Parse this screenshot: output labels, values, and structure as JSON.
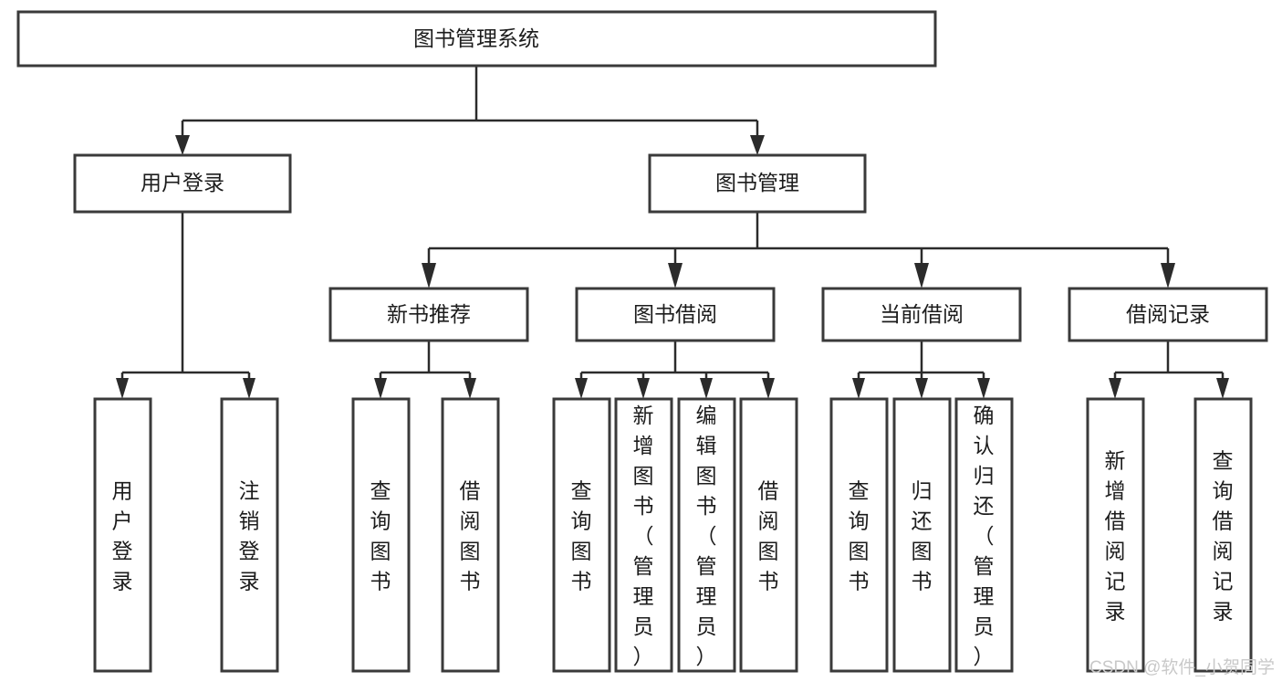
{
  "diagram": {
    "title": "图书管理系统",
    "type": "tree",
    "orientation": "top-down",
    "colors": {
      "box_fill": "#ffffff",
      "box_stroke": "#3a3a3a",
      "connector": "#2b2b2b",
      "text": "#1c1c1c",
      "watermark": "#c9c9c9",
      "background": "#ffffff"
    },
    "root": {
      "id": "root",
      "label": "图书管理系统"
    },
    "level2": [
      {
        "id": "user-login",
        "label": "用户登录"
      },
      {
        "id": "book-management",
        "label": "图书管理"
      }
    ],
    "level3": [
      {
        "id": "new-book-recommend",
        "label": "新书推荐",
        "parent": "book-management"
      },
      {
        "id": "book-borrow",
        "label": "图书借阅",
        "parent": "book-management"
      },
      {
        "id": "current-borrow",
        "label": "当前借阅",
        "parent": "book-management"
      },
      {
        "id": "borrow-record",
        "label": "借阅记录",
        "parent": "book-management"
      }
    ],
    "leaves": [
      {
        "id": "leaf-user-login",
        "label": "用户登录",
        "parent": "user-login"
      },
      {
        "id": "leaf-user-logout",
        "label": "注销登录",
        "parent": "user-login"
      },
      {
        "id": "leaf-query-book-1",
        "label": "查询图书",
        "parent": "new-book-recommend"
      },
      {
        "id": "leaf-borrow-book-1",
        "label": "借阅图书",
        "parent": "new-book-recommend"
      },
      {
        "id": "leaf-query-book-2",
        "label": "查询图书",
        "parent": "book-borrow"
      },
      {
        "id": "leaf-add-book",
        "label": "新增图书（管理员）",
        "parent": "book-borrow"
      },
      {
        "id": "leaf-edit-book",
        "label": "编辑图书（管理员）",
        "parent": "book-borrow"
      },
      {
        "id": "leaf-borrow-book-2",
        "label": "借阅图书",
        "parent": "book-borrow"
      },
      {
        "id": "leaf-query-book-3",
        "label": "查询图书",
        "parent": "current-borrow"
      },
      {
        "id": "leaf-return-book",
        "label": "归还图书",
        "parent": "current-borrow"
      },
      {
        "id": "leaf-confirm-return",
        "label": "确认归还（管理员）",
        "parent": "current-borrow"
      },
      {
        "id": "leaf-add-record",
        "label": "新增借阅记录",
        "parent": "borrow-record"
      },
      {
        "id": "leaf-query-record",
        "label": "查询借阅记录",
        "parent": "borrow-record"
      }
    ],
    "watermark": "CSDN @软件_小贺同学"
  }
}
